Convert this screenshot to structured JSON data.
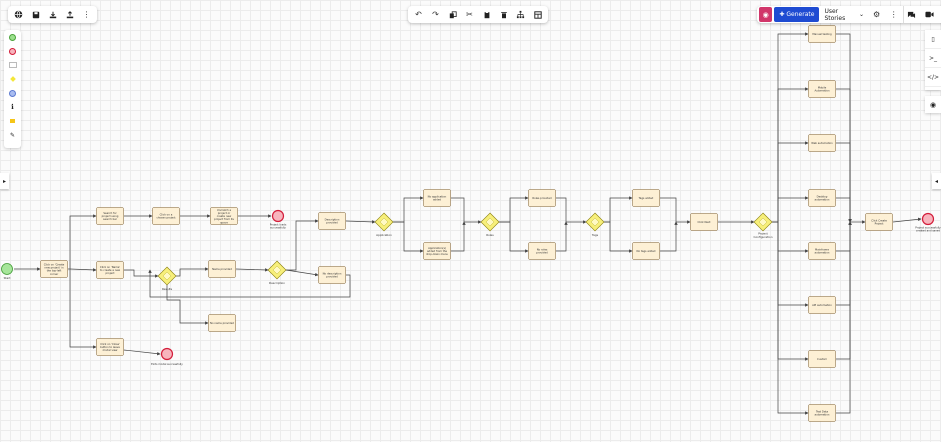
{
  "toolbar_left": {
    "icons": [
      "globe-icon",
      "save-icon",
      "download-icon",
      "upload-icon",
      "more-icon"
    ]
  },
  "toolbar_center": {
    "icons": [
      "undo-icon",
      "redo-icon",
      "copy-icon",
      "cut-icon",
      "paste-icon",
      "delete-icon",
      "hierarchy-icon",
      "layout-icon"
    ]
  },
  "toolbar_right": {
    "generate_label": "Generate",
    "view_selected": "User Stories"
  },
  "colors": {
    "task_fill": "#fdf0d5",
    "task_stroke": "#7a5a2a",
    "gateway_fill": "#f7ef7a",
    "start_fill": "#a6e59a",
    "end_fill": "#f7b4bd",
    "end_stroke": "#d31d3a",
    "accent": "#1e4bd2",
    "edge": "#444444"
  },
  "diagram": {
    "start_events": [
      {
        "id": "s1",
        "label": "Start"
      }
    ],
    "end_events": [
      {
        "id": "e1",
        "label": "Project loads successfully"
      },
      {
        "id": "e2",
        "label": "Exits modal successfully"
      },
      {
        "id": "e3",
        "label": "Project successfully created and saved"
      }
    ],
    "gateways": [
      {
        "id": "g1",
        "label": "Results"
      },
      {
        "id": "g2",
        "label": "Description"
      },
      {
        "id": "g3",
        "label": "Application"
      },
      {
        "id": "g4",
        "label": "Roles"
      },
      {
        "id": "g5",
        "label": "Tags"
      },
      {
        "id": "g6",
        "label": "Project Configuration"
      }
    ],
    "tasks": [
      {
        "id": "t1",
        "label": "Click on 'Create new project' in the top-left corner"
      },
      {
        "id": "t2",
        "label": "Search for project using search bar"
      },
      {
        "id": "t3",
        "label": "Click on a chosen project"
      },
      {
        "id": "t4",
        "label": "Unmatch a project or create new project from its space"
      },
      {
        "id": "t5",
        "label": "Click on 'Name' to create a new project"
      },
      {
        "id": "t6",
        "label": "Click on 'Close' button to leave modal view"
      },
      {
        "id": "t7",
        "label": "Name provided"
      },
      {
        "id": "t8",
        "label": "No name provided"
      },
      {
        "id": "t9",
        "label": "Description provided"
      },
      {
        "id": "t10",
        "label": "No description provided"
      },
      {
        "id": "t11",
        "label": "No application added"
      },
      {
        "id": "t12",
        "label": "Application(s) added from the drop-down menu"
      },
      {
        "id": "t13",
        "label": "Roles provided"
      },
      {
        "id": "t14",
        "label": "No roles provided"
      },
      {
        "id": "t15",
        "label": "Tags added"
      },
      {
        "id": "t16",
        "label": "No tags added"
      },
      {
        "id": "t17",
        "label": "Click Next"
      },
      {
        "id": "t18",
        "label": "Manual testing"
      },
      {
        "id": "t19",
        "label": "Mobile Automation"
      },
      {
        "id": "t20",
        "label": "Web automation"
      },
      {
        "id": "t21",
        "label": "Desktop automation"
      },
      {
        "id": "t22",
        "label": "Mainframe automation"
      },
      {
        "id": "t23",
        "label": "API automation"
      },
      {
        "id": "t24",
        "label": "Custom"
      },
      {
        "id": "t25",
        "label": "Test Data automation"
      },
      {
        "id": "t26",
        "label": "Click Create Project"
      }
    ]
  }
}
